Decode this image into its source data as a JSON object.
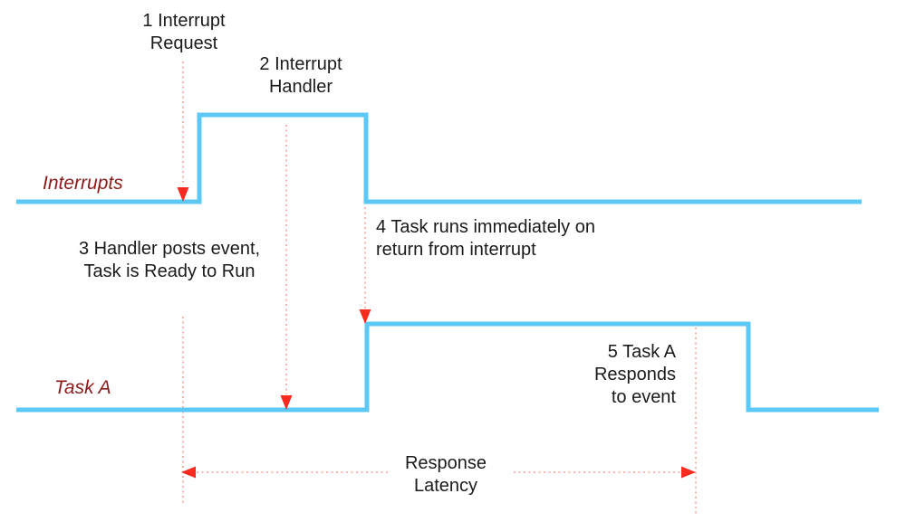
{
  "colors": {
    "trace_blue": "#5bc8f5",
    "arrow_red": "#fa2a1e",
    "guide_pink": "#f9aca4",
    "series_label_red": "#8b1a1a",
    "text_black": "#1a1a1a"
  },
  "series_labels": {
    "interrupts": "Interrupts",
    "task_a": "Task A"
  },
  "annotations": {
    "a1": {
      "lines": [
        "1 Interrupt",
        "Request"
      ]
    },
    "a2": {
      "lines": [
        "2 Interrupt",
        "Handler"
      ]
    },
    "a3": {
      "lines": [
        "3 Handler posts event,",
        "Task is Ready to Run"
      ]
    },
    "a4": {
      "lines": [
        "4 Task runs immediately on",
        "return from interrupt"
      ]
    },
    "a5": {
      "lines": [
        "5 Task A",
        "Responds",
        "to event"
      ]
    }
  },
  "measurement": {
    "lines": [
      "Response",
      "Latency"
    ]
  }
}
